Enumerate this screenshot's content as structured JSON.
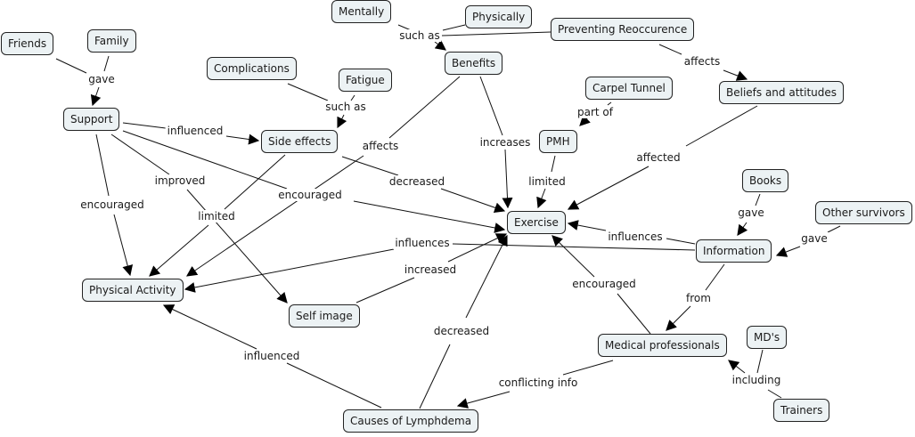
{
  "concepts": {
    "mentally": "Mentally",
    "physically": "Physically",
    "preventing": "Preventing Reoccurence",
    "friends": "Friends",
    "family": "Family",
    "benefits": "Benefits",
    "complications": "Complications",
    "fatigue": "Fatigue",
    "carpel": "Carpel Tunnel",
    "beliefs": "Beliefs and attitudes",
    "support": "Support",
    "side_effects": "Side effects",
    "pmh": "PMH",
    "books": "Books",
    "other_survivors": "Other survivors",
    "exercise": "Exercise",
    "information": "Information",
    "physical_activity": "Physical Activity",
    "self_image": "Self image",
    "mds": "MD's",
    "medical": "Medical professionals",
    "trainers": "Trainers",
    "causes": "Causes of Lymphdema"
  },
  "links": {
    "such_as_1": "such as",
    "gave_1": "gave",
    "affects_1": "affects",
    "such_as_2": "such as",
    "part_of": "part of",
    "influenced_1": "influenced",
    "affects_2": "affects",
    "increases": "increases",
    "affected": "affected",
    "improved": "improved",
    "decreased_1": "decreased",
    "limited_1": "limited",
    "books_gave": "gave",
    "encouraged_1": "encouraged",
    "encouraged_2": "encouraged",
    "limited_2": "limited",
    "other_gave": "gave",
    "influences_info": "influences",
    "influences_pa": "influences",
    "increased": "increased",
    "encouraged_3": "encouraged",
    "from": "from",
    "decreased_2": "decreased",
    "influenced_2": "influenced",
    "including": "including",
    "conflicting": "conflicting info"
  }
}
